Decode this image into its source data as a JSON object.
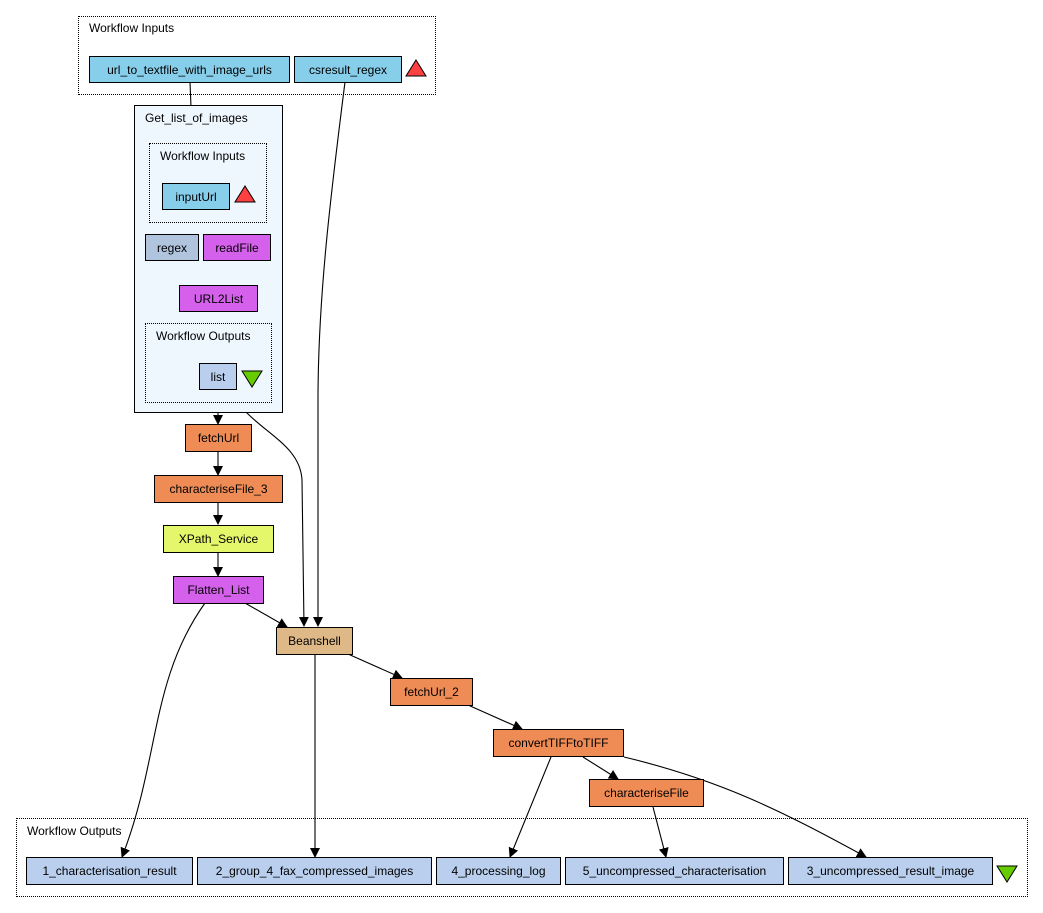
{
  "diagram": {
    "top_inputs": {
      "label": "Workflow Inputs",
      "nodes": [
        "url_to_textfile_with_image_urls",
        "csresult_regex"
      ],
      "marker": "red-triangle-up"
    },
    "subworkflow": {
      "label": "Get_list_of_images",
      "inputs_label": "Workflow Inputs",
      "input_node": "inputUrl",
      "nodes": [
        "regex",
        "readFile",
        "URL2List"
      ],
      "outputs_label": "Workflow Outputs",
      "output_node": "list"
    },
    "processors": {
      "fetchUrl": "fetchUrl",
      "characteriseFile_3": "characteriseFile_3",
      "xpath": "XPath_Service",
      "flatten": "Flatten_List",
      "beanshell": "Beanshell",
      "fetchUrl_2": "fetchUrl_2",
      "convert": "convertTIFFtoTIFF",
      "characteriseFile": "characteriseFile"
    },
    "bottom_outputs": {
      "label": "Workflow Outputs",
      "nodes": [
        "1_characterisation_result",
        "2_group_4_fax_compressed_images",
        "4_processing_log",
        "5_uncompressed_characterisation",
        "3_uncompressed_result_image"
      ],
      "marker": "green-triangle-down"
    },
    "colors": {
      "input": "#87ceeb",
      "output": "#b9cfed",
      "beanshell_local": "#d460eb",
      "soaplab": "#ef8b55",
      "xpath": "#e4f76a",
      "beanshell": "#deb887",
      "constant": "#b0c4de",
      "input_marker": "#ff4040",
      "output_marker": "#66cc00"
    }
  }
}
